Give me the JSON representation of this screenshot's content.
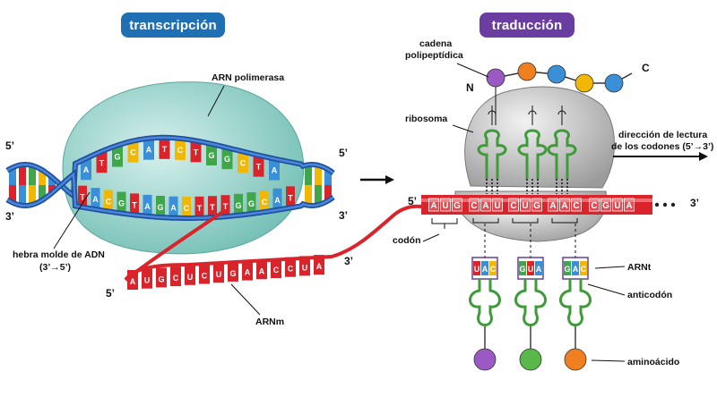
{
  "headers": {
    "transcription": "transcripción",
    "translation": "traducción"
  },
  "colors": {
    "transcription": "#1f6fb5",
    "translation": "#6a3ea1",
    "mrna": "#d8242a",
    "trna": "#3f9a3a",
    "ribosome": "#bdbdbd",
    "polymerase": "#7fc8c0"
  },
  "labels": {
    "polymerase": "ARN polimerasa",
    "template_l1": "hebra molde de ADN",
    "template_l2": "(3’→5’)",
    "mrna": "ARNm",
    "chain_l1": "cadena",
    "chain_l2": "polipeptídica",
    "ribosome": "ribosoma",
    "reading_l1": "dirección de lectura",
    "reading_l2": "de los codones (5’→3’)",
    "codon": "codón",
    "trna": "ARNt",
    "anticodon": "anticodón",
    "aminoacid": "aminoácido",
    "N": "N",
    "C": "C"
  },
  "ends": {
    "dna_left_top": "5’",
    "dna_left_bottom": "3’",
    "dna_right_top": "5’",
    "dna_right_bottom": "3’",
    "mrna_left": "5’",
    "mrna_right": "3’",
    "ribo_mrna_left": "5’",
    "ribo_mrna_right": "3’"
  },
  "sequences": {
    "dna_top": [
      "A",
      "T",
      "G",
      "C",
      "A",
      "T",
      "C",
      "T",
      "G",
      "G",
      "C",
      "T",
      "A"
    ],
    "dna_bottom": [
      "T",
      "A",
      "C",
      "G",
      "T",
      "A",
      "G",
      "A",
      "C",
      "T",
      "T",
      "T",
      "G",
      "G",
      "C",
      "A",
      "T"
    ],
    "mrna_transcript": [
      "A",
      "U",
      "G",
      "C",
      "U",
      "C",
      "U",
      "G",
      "A",
      "A",
      "C",
      "C",
      "U",
      "A"
    ],
    "ribo_codons": [
      "AUG",
      "CAU",
      "CUG",
      "AAC",
      "CGUA"
    ],
    "anticodons": [
      [
        "U",
        "A",
        "C"
      ],
      [
        "G",
        "U",
        "A"
      ],
      [
        "G",
        "A",
        "C"
      ]
    ]
  },
  "icons": [
    "arrow-right-icon"
  ]
}
